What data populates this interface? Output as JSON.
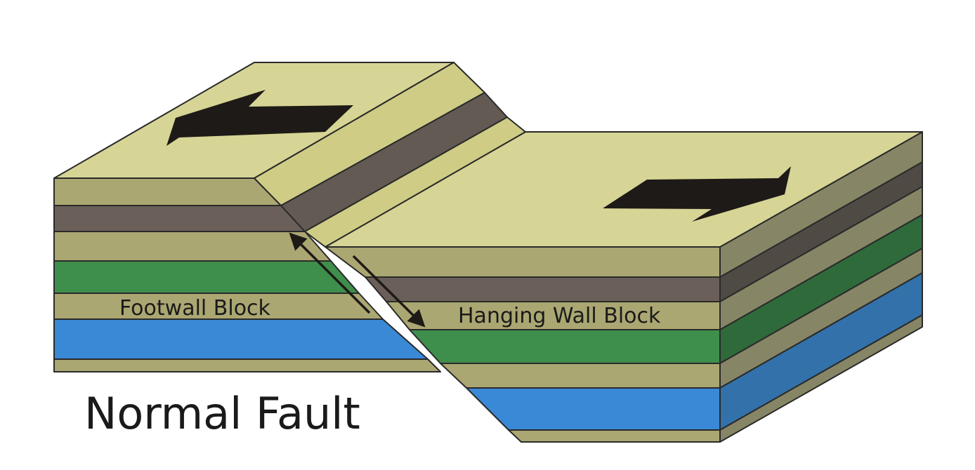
{
  "labels": {
    "footwall": "Footwall Block",
    "hanging_wall": "Hanging Wall Block",
    "title": "Normal Fault"
  },
  "colors": {
    "top_surface": "#d6d595",
    "exposed_footwall": "#cfcd85",
    "tan_front": "#aba772",
    "tan_side": "#868666",
    "dark_gray_front": "#6b5f59",
    "dark_gray_side": "#504a45",
    "green_front": "#3f8f4c",
    "green_side": "#2f6a3b",
    "blue_front": "#3a89d6",
    "blue_side": "#3371aa",
    "arrow": "#1e1a17",
    "outline": "#2a2a2a",
    "text": "#1a1a1a"
  },
  "icons": {
    "extension_arrow_left": "arrow-left-icon",
    "extension_arrow_right": "arrow-right-icon",
    "fault_motion_arrow_up": "arrow-up-left-icon",
    "fault_motion_arrow_down": "arrow-down-right-icon"
  }
}
